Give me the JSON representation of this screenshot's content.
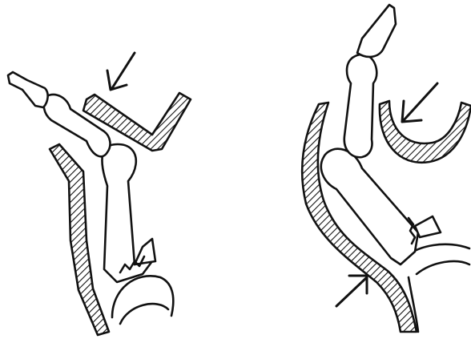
{
  "figure": {
    "panels": [
      {
        "id": "left",
        "parts": [
          "distal-phalanx",
          "middle-phalanx",
          "proximal-phalanx",
          "fracture-fragment",
          "metacarpal-head",
          "dorsal-splint",
          "volar-splint",
          "force-arrow"
        ]
      },
      {
        "id": "right",
        "parts": [
          "distal-phalanx",
          "middle-phalanx",
          "proximal-phalanx",
          "fracture-fragment",
          "metacarpal-head",
          "dorsal-splint",
          "volar-splint",
          "force-arrow-top",
          "force-arrow-bottom"
        ]
      }
    ],
    "colors": {
      "ink": "#111111",
      "background": "#ffffff"
    }
  }
}
